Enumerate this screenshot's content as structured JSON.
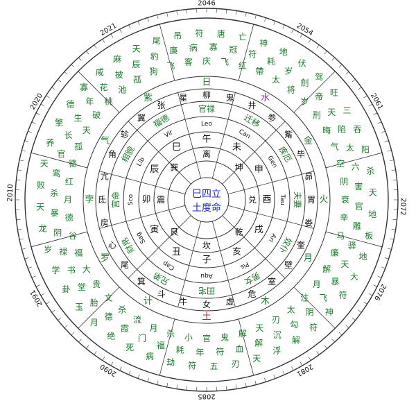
{
  "colors": {
    "green": "#1a7a2a",
    "black": "#111111",
    "red": "#cc2222",
    "purple": "#8a3ab9",
    "blue": "#1a2ad0",
    "ring": "#333333"
  },
  "years": [
    "2046",
    "2054",
    "2061",
    "2072",
    "2076",
    "2081",
    "2085",
    "2090",
    "2091",
    "2010",
    "2020",
    "2021"
  ],
  "outer_ring": [
    "庆",
    "寡",
    "唐",
    "飞",
    "冠",
    "亡",
    "红",
    "符",
    "神",
    "帶",
    "耗",
    "地",
    "太",
    "岁",
    "伏",
    "将",
    "劍",
    "驾",
    "岁",
    "帝",
    "旺",
    "刑",
    "天",
    "三",
    "晦",
    "陷",
    "吞",
    "气",
    "太",
    "阳",
    "空",
    "六",
    "杀",
    "阴",
    "害",
    "天",
    "衰",
    "官",
    "地",
    "辛",
    "雕",
    "板",
    "马",
    "驿",
    "地",
    "廉",
    "天",
    "大",
    "解",
    "暴",
    "符",
    "月",
    "飞",
    "神",
    "注",
    "阴",
    "符",
    "太",
    "勾",
    "解",
    "刃",
    "沉",
    "浮",
    "天",
    "解",
    "天",
    "解",
    "血",
    "刃",
    "鬼",
    "符",
    "五",
    "官",
    "年",
    "符",
    "小",
    "耗",
    "劫",
    "杀",
    "福",
    "病",
    "月",
    "门",
    "死",
    "流",
    "霞",
    "绝",
    "杀",
    "德",
    "月",
    "文",
    "胎",
    "玉",
    "贵",
    "堂",
    "卦",
    "大",
    "书",
    "学",
    "福",
    "禄",
    "岁",
    "谷",
    "阴",
    "龙",
    "德",
    "暴",
    "天",
    "月",
    "杀",
    "败",
    "红",
    "鸾",
    "天",
    "德",
    "官",
    "养",
    "孤",
    "长",
    "擎",
    "天",
    "生",
    "德",
    "破",
    "年",
    "寡",
    "桃",
    "花",
    "咸",
    "池",
    "披",
    "麻",
    "孤",
    "辰",
    "天",
    "狗",
    "豹",
    "尾",
    "飞",
    "廉",
    "吊",
    "客",
    "病",
    "符"
  ],
  "ring2": [
    "日",
    "水",
    "金",
    "火",
    "月",
    "木",
    "土",
    "计",
    "罗",
    "孛",
    "气",
    "紫"
  ],
  "ring3": [
    {
      "t": "柳",
      "c": "black"
    },
    {
      "t": "鬼",
      "c": "black"
    },
    {
      "t": "井",
      "c": "black"
    },
    {
      "t": "参",
      "c": "black"
    },
    {
      "t": "觜",
      "c": "black"
    },
    {
      "t": "毕",
      "c": "black"
    },
    {
      "t": "昴",
      "c": "black"
    },
    {
      "t": "胃",
      "c": "black"
    },
    {
      "t": "娄",
      "c": "black"
    },
    {
      "t": "奎",
      "c": "black"
    },
    {
      "t": "壁",
      "c": "black"
    },
    {
      "t": "室",
      "c": "black"
    },
    {
      "t": "危",
      "c": "black"
    },
    {
      "t": "虚",
      "c": "black"
    },
    {
      "t": "女",
      "c": "black"
    },
    {
      "t": "牛",
      "c": "black"
    },
    {
      "t": "斗",
      "c": "black"
    },
    {
      "t": "箕",
      "c": "black"
    },
    {
      "t": "尾",
      "c": "black"
    },
    {
      "t": "心",
      "c": "black"
    },
    {
      "t": "房",
      "c": "black"
    },
    {
      "t": "氐",
      "c": "black"
    },
    {
      "t": "亢",
      "c": "black"
    },
    {
      "t": "角",
      "c": "black"
    },
    {
      "t": "轸",
      "c": "black"
    },
    {
      "t": "翼",
      "c": "black"
    },
    {
      "t": "张",
      "c": "black"
    },
    {
      "t": "星",
      "c": "black"
    }
  ],
  "ring4": [
    {
      "t": "官禄",
      "c": "green"
    },
    {
      "t": "迁移",
      "c": "green"
    },
    {
      "t": "疾厄",
      "c": "green"
    },
    {
      "t": "夫妻",
      "c": "green"
    },
    {
      "t": "奴仆",
      "c": "green"
    },
    {
      "t": "男女",
      "c": "green"
    },
    {
      "t": "田宅",
      "c": "green"
    },
    {
      "t": "兄弟",
      "c": "green"
    },
    {
      "t": "财帛",
      "c": "green"
    },
    {
      "t": "宫命",
      "c": "green"
    },
    {
      "t": "相貌",
      "c": "green"
    },
    {
      "t": "福德",
      "c": "green"
    }
  ],
  "ring5": [
    "Leo",
    "Can",
    "Gen",
    "Tau",
    "Ari",
    "Pis",
    "Aqu",
    "Cap",
    "Sag",
    "Sco",
    "Lib",
    "Vir"
  ],
  "ring6": [
    "午",
    "未",
    "申",
    "酉",
    "戌",
    "亥",
    "子",
    "丑",
    "寅",
    "卯",
    "辰",
    "巳"
  ],
  "ring7": [
    "离",
    "坤",
    "兑",
    "乾",
    "坎",
    "艮",
    "震",
    "巽"
  ],
  "center_line1": "巳四立",
  "center_line2": "土度命"
}
